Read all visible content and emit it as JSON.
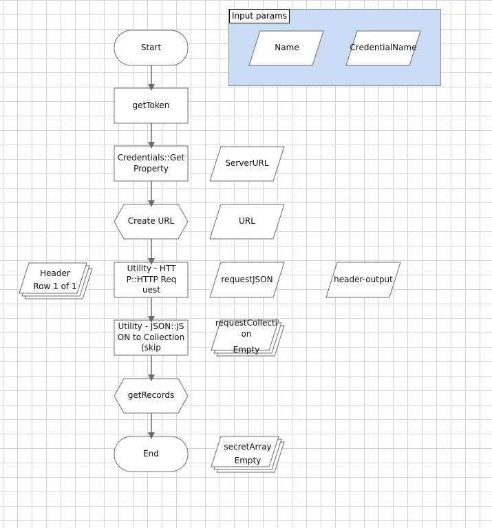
{
  "input_params": {
    "title": "Input params",
    "items": [
      "Name",
      "CredentialName"
    ]
  },
  "flow": {
    "start": "Start",
    "get_token": "getToken",
    "credentials_get_property": "Credentials::Get Property",
    "create_url": "Create URL",
    "http_request": "Utility - HTTP::HTTP Request",
    "json_to_collection": "Utility - JSON::JSON to Collection (skip",
    "get_records": "getRecords",
    "end": "End"
  },
  "data_items": {
    "server_url": "ServerURL",
    "url": "URL",
    "request_json": "requestJSON",
    "header_output": "header-output",
    "request_collection": "requestCollection",
    "request_collection_status": "Empty",
    "secret_array": "secretArray",
    "secret_array_status": "Empty"
  },
  "collections": {
    "header": "Header",
    "header_status": "Row 1 of 1"
  },
  "colors": {
    "shape_fill": "#ffffff",
    "shape_stroke": "#6b6b6b",
    "arrow": "#6b6b6b",
    "group_fill": "#c9dcf3"
  }
}
